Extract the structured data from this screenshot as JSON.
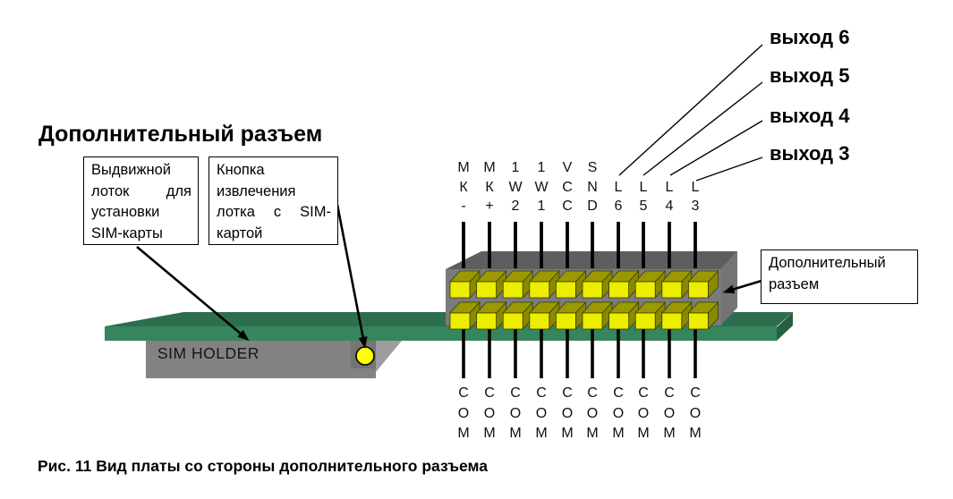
{
  "figure": {
    "title": "Дополнительный разъем",
    "caption": "Рис. 11 Вид платы со стороны дополнительного разъема"
  },
  "callouts": {
    "tray": {
      "lines": [
        "Выдвижной",
        "лоток для",
        "установки",
        "SIM-карты"
      ]
    },
    "eject_button": {
      "lines": [
        "Кнопка",
        "извлечения",
        "лотка с SIM-",
        "картой"
      ]
    },
    "connector": {
      "lines": [
        "Дополнительный",
        "разъем"
      ]
    }
  },
  "board": {
    "sim_holder": "SIM HOLDER"
  },
  "connector_pins": {
    "top_labels": [
      [
        "М",
        "К",
        "-"
      ],
      [
        "М",
        "К",
        "+"
      ],
      [
        "1",
        "W",
        "2"
      ],
      [
        "1",
        "W",
        "1"
      ],
      [
        "V",
        "C",
        "C"
      ],
      [
        "S",
        "N",
        "D"
      ],
      [
        "",
        "L",
        "6"
      ],
      [
        "",
        "L",
        "5"
      ],
      [
        "",
        "L",
        "4"
      ],
      [
        "",
        "L",
        "3"
      ]
    ],
    "bottom_labels": [
      [
        "C",
        "O",
        "M"
      ],
      [
        "C",
        "O",
        "M"
      ],
      [
        "C",
        "O",
        "M"
      ],
      [
        "C",
        "O",
        "M"
      ],
      [
        "C",
        "O",
        "M"
      ],
      [
        "C",
        "O",
        "M"
      ],
      [
        "C",
        "O",
        "M"
      ],
      [
        "C",
        "O",
        "M"
      ],
      [
        "C",
        "O",
        "M"
      ],
      [
        "C",
        "O",
        "M"
      ]
    ]
  },
  "outputs": [
    {
      "label": "выход 6"
    },
    {
      "label": "выход 5"
    },
    {
      "label": "выход 4"
    },
    {
      "label": "выход 3"
    }
  ],
  "colors": {
    "board_top": "#2d6e4e",
    "board_front": "#36855c",
    "board_side": "#275f43",
    "holder": "#828282",
    "holder_dark": "#747474",
    "holder_wedge": "#9e9e9e",
    "connector_top": "#5e5e5e",
    "connector_front": "#7b7b7b",
    "connector_side": "#747474",
    "pin_front": "#eded00",
    "pin_top": "#9a9a00",
    "pin_side": "#8a8a00",
    "pin_stroke": "#3b3b00",
    "button": "#ffff00"
  }
}
